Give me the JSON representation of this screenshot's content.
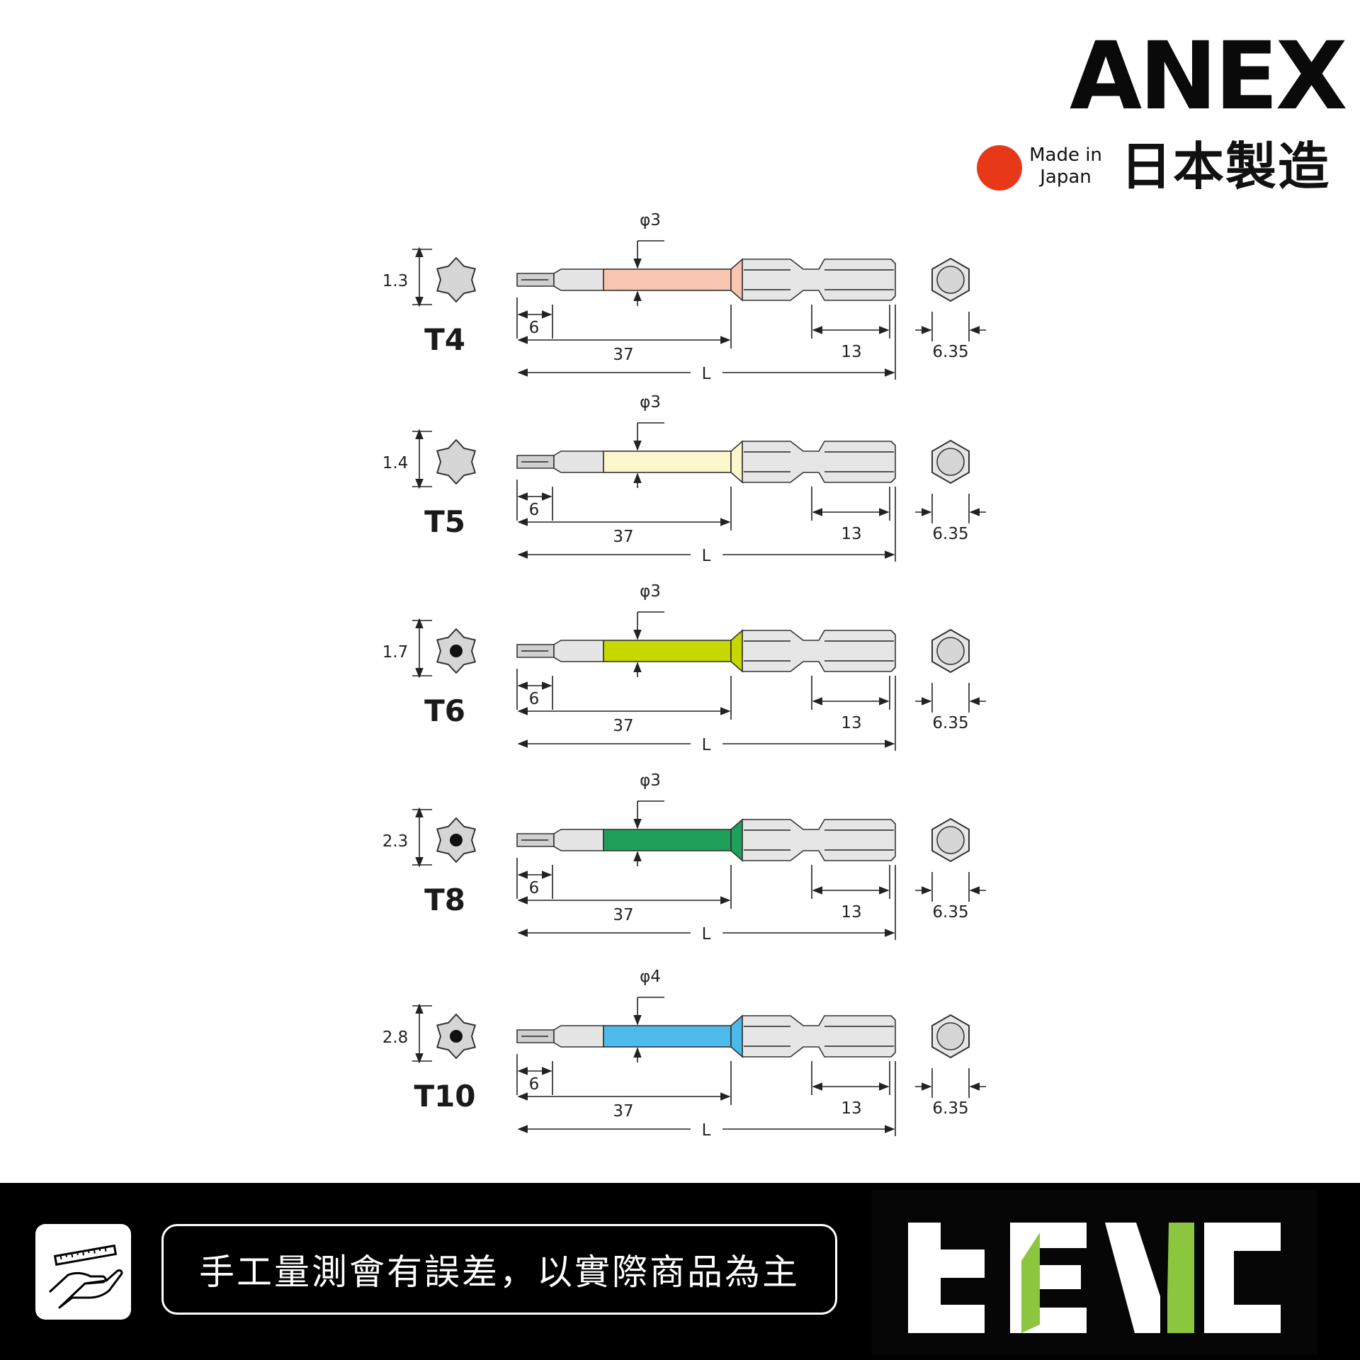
{
  "header": {
    "brand": "ANEX",
    "made_in_line1": "Made in",
    "made_in_line2": "Japan",
    "made_in_japan_cjk": "日本製造",
    "flag_color": "#e8381a"
  },
  "common_dims": {
    "tip_length": "6",
    "shank_length": "37",
    "hex_length": "13",
    "hex_width": "6.35",
    "overall_length": "L"
  },
  "bits": [
    {
      "model": "T4",
      "tip_size": "1.3",
      "shaft_dia": "φ3",
      "color": "#f8c6b0",
      "tamper_pin": false
    },
    {
      "model": "T5",
      "tip_size": "1.4",
      "shaft_dia": "φ3",
      "color": "#fbf6cc",
      "tamper_pin": false
    },
    {
      "model": "T6",
      "tip_size": "1.7",
      "shaft_dia": "φ3",
      "color": "#c6d800",
      "tamper_pin": true
    },
    {
      "model": "T8",
      "tip_size": "2.3",
      "shaft_dia": "φ3",
      "color": "#1ea05a",
      "tamper_pin": true
    },
    {
      "model": "T10",
      "tip_size": "2.8",
      "shaft_dia": "φ4",
      "color": "#4cbbec",
      "tamper_pin": true
    }
  ],
  "footer": {
    "disclaimer": "手工量測會有誤差，以實際商品為主",
    "store_logo": "tEVC",
    "store_logo_accent": "#8cc63f"
  }
}
